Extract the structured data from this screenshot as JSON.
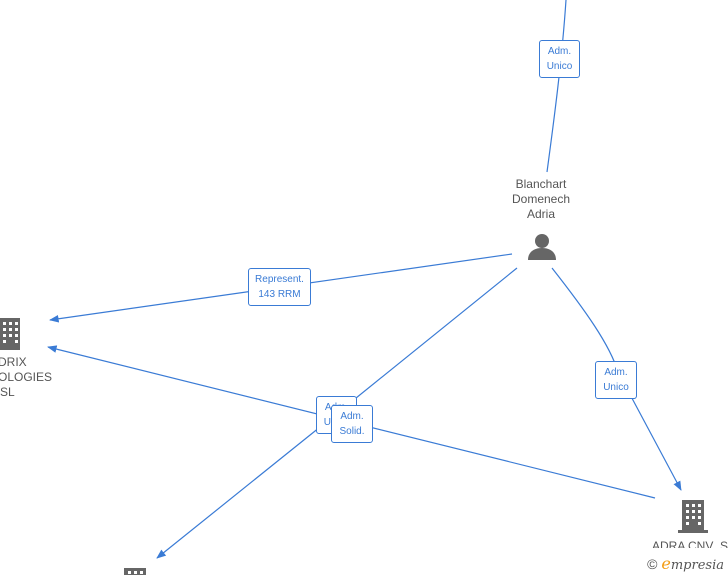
{
  "nodes": [
    {
      "id": "person",
      "type": "person",
      "lines": [
        "Blanchart",
        "Domenech",
        "Adria"
      ]
    },
    {
      "id": "company_left",
      "type": "company",
      "lines": [
        "DRIX",
        "OLOGIES",
        "SL"
      ]
    },
    {
      "id": "company_right",
      "type": "company",
      "lines": [
        "ADRA CNV_SL"
      ]
    },
    {
      "id": "company_bottom",
      "type": "company",
      "lines": []
    },
    {
      "id": "top_offscreen",
      "type": "offscreen",
      "lines": []
    }
  ],
  "edges": [
    {
      "from": "top_offscreen",
      "to": "person",
      "label": [
        "Adm.",
        "Unico"
      ]
    },
    {
      "from": "person",
      "to": "company_left",
      "label": [
        "Represent.",
        "143 RRM"
      ]
    },
    {
      "from": "person",
      "to": "company_bottom",
      "label": [
        "Adm.",
        "Unico"
      ]
    },
    {
      "from": "company_right",
      "to": "company_left",
      "label": [
        "Adm.",
        "Solid."
      ]
    },
    {
      "from": "person",
      "to": "company_right",
      "label": [
        "Adm.",
        "Unico"
      ]
    }
  ],
  "colors": {
    "edge": "#3a7bd5",
    "node": "#666666",
    "text": "#555555",
    "brand": "#f39c12"
  },
  "watermark": {
    "symbol": "©",
    "first": "e",
    "rest": "mpresia"
  }
}
